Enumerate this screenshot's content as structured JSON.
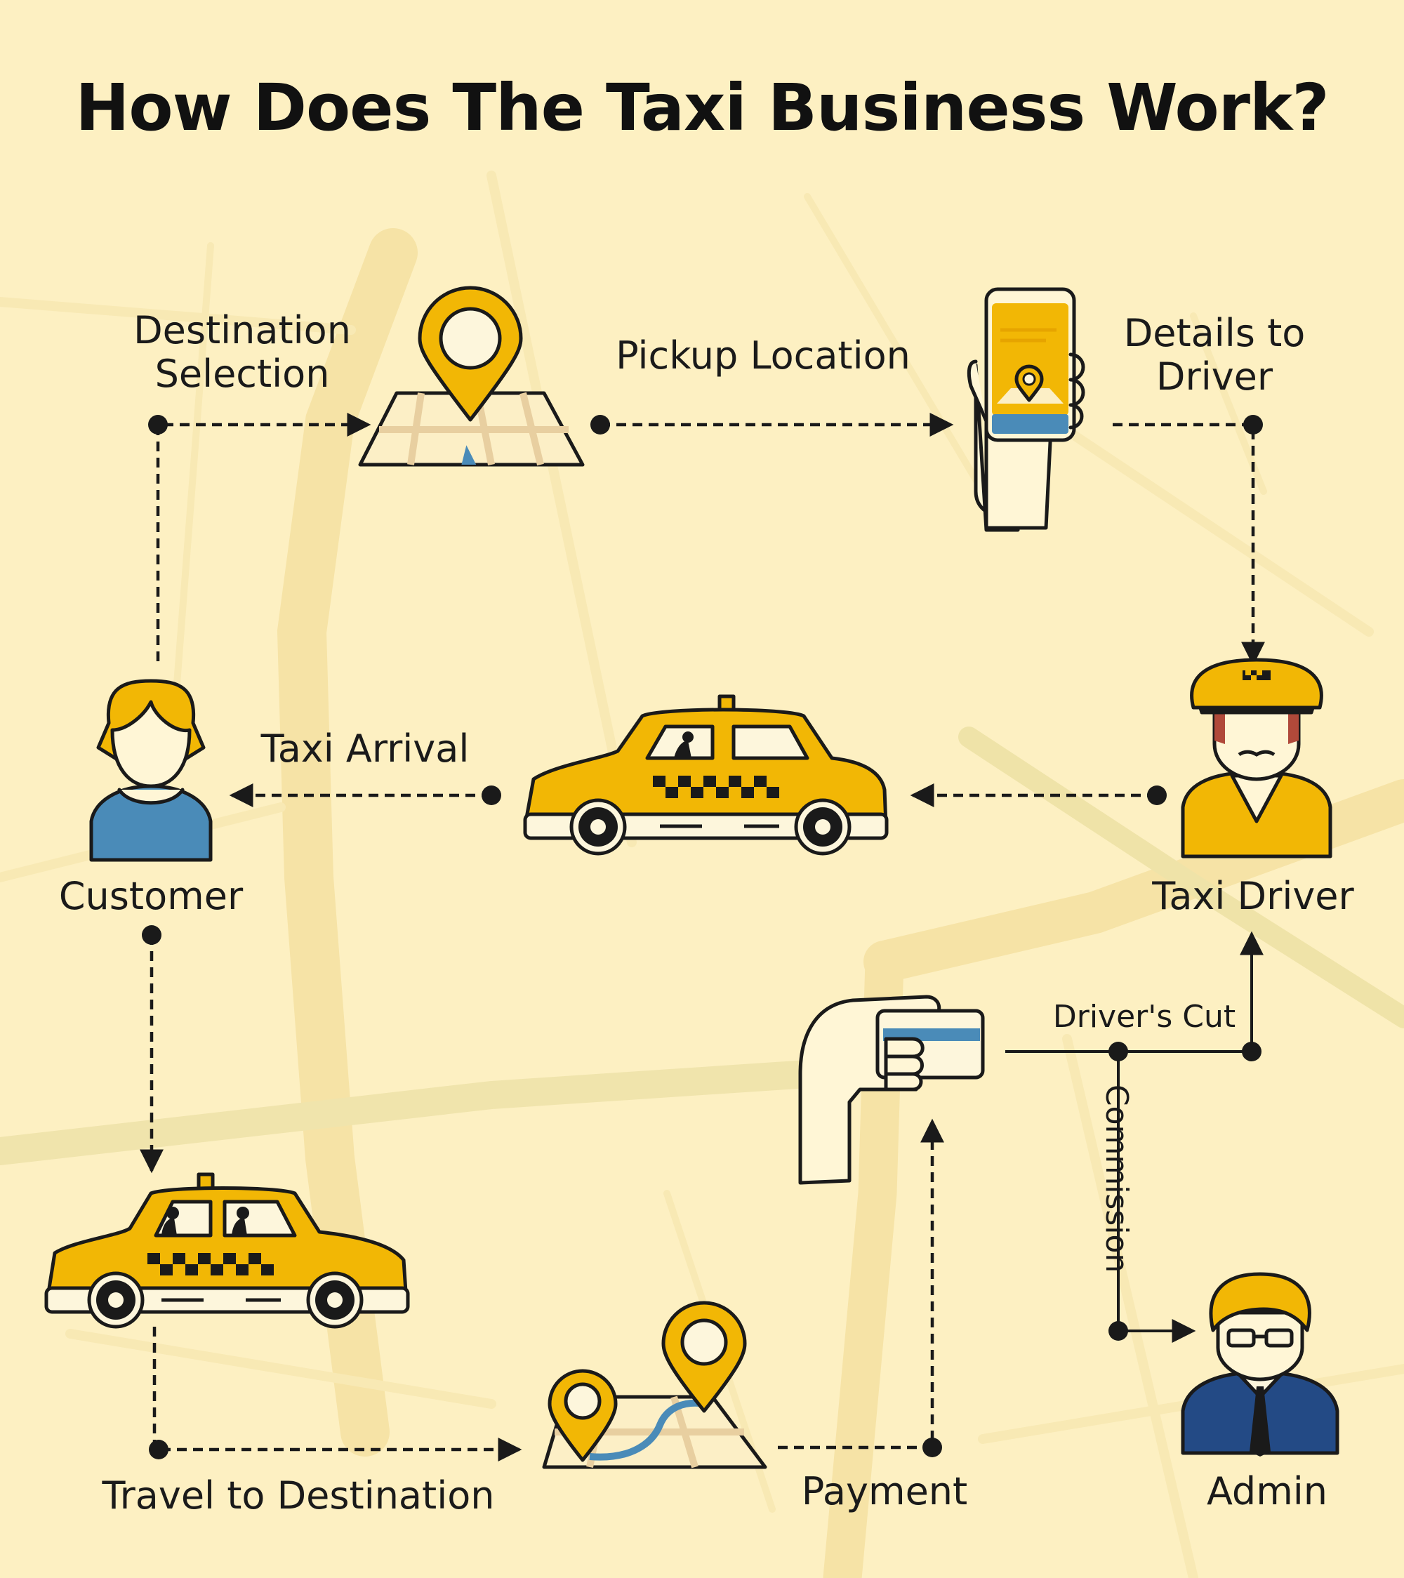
{
  "title": "How Does The Taxi Business Work?",
  "colors": {
    "background": "#fdf0c2",
    "road": "#f6e3a6",
    "taxi_yellow": "#f2b705",
    "pin_yellow": "#f2b705",
    "customer_blue": "#4a8bb8",
    "admin_navy": "#234a85",
    "outline": "#1a1a1a",
    "skin": "#fff6d6"
  },
  "nodes": {
    "destination_selection": {
      "label_line1": "Destination",
      "label_line2": "Selection",
      "icon": "map-pin-icon"
    },
    "pickup_location": {
      "label": "Pickup Location",
      "icon": "phone-in-hand-icon"
    },
    "details_to_driver": {
      "label_line1": "Details to",
      "label_line2": "Driver"
    },
    "taxi_driver": {
      "label": "Taxi Driver",
      "icon": "taxi-driver-icon"
    },
    "taxi_arrival": {
      "label": "Taxi Arrival",
      "icon": "taxi-icon"
    },
    "customer": {
      "label": "Customer",
      "icon": "customer-icon"
    },
    "travel_to_destination": {
      "label": "Travel to Destination",
      "icon": "taxi-with-passengers-icon"
    },
    "route_map": {
      "icon": "route-map-icon"
    },
    "payment": {
      "label": "Payment",
      "icon": "card-payment-icon"
    },
    "drivers_cut": {
      "label": "Driver's Cut"
    },
    "commission": {
      "label": "Commission"
    },
    "admin": {
      "label": "Admin",
      "icon": "admin-icon"
    }
  }
}
